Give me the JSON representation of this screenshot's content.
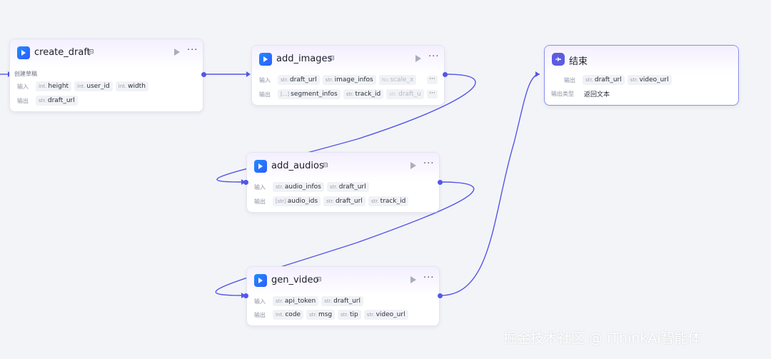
{
  "colors": {
    "edge": "#5457e8",
    "tool_icon": "#1f8cff",
    "end_icon": "#5b5ce0",
    "end_border": "#8b8ef0"
  },
  "labels": {
    "input": "输入",
    "output": "输出",
    "output_type": "输出类型",
    "more": "···",
    "cached_icon": "cache-icon",
    "run_icon": "play-icon"
  },
  "nodes": {
    "create_draft": {
      "title": "create_draft",
      "description": "创建草稿",
      "inputs": [
        {
          "type": "int.",
          "name": "height"
        },
        {
          "type": "int.",
          "name": "user_id"
        },
        {
          "type": "int.",
          "name": "width"
        }
      ],
      "outputs": [
        {
          "type": "str.",
          "name": "draft_url"
        }
      ]
    },
    "add_images": {
      "title": "add_images",
      "inputs": [
        {
          "type": "str.",
          "name": "draft_url"
        },
        {
          "type": "str.",
          "name": "image_infos"
        },
        {
          "type": "Nu",
          "name": "scale_x"
        }
      ],
      "outputs": [
        {
          "type": "[...]",
          "name": "segment_infos"
        },
        {
          "type": "str.",
          "name": "track_id"
        },
        {
          "type": "str.",
          "name": "draft_u"
        }
      ]
    },
    "add_audios": {
      "title": "add_audios",
      "inputs": [
        {
          "type": "str.",
          "name": "audio_infos"
        },
        {
          "type": "str.",
          "name": "draft_url"
        }
      ],
      "outputs": [
        {
          "type": "[str]",
          "name": "audio_ids"
        },
        {
          "type": "str.",
          "name": "draft_url"
        },
        {
          "type": "str.",
          "name": "track_id"
        }
      ]
    },
    "gen_video": {
      "title": "gen_video",
      "inputs": [
        {
          "type": "str.",
          "name": "api_token"
        },
        {
          "type": "str.",
          "name": "draft_url"
        }
      ],
      "outputs": [
        {
          "type": "int.",
          "name": "code"
        },
        {
          "type": "str.",
          "name": "msg"
        },
        {
          "type": "str.",
          "name": "tip"
        },
        {
          "type": "str.",
          "name": "video_url"
        }
      ]
    },
    "end": {
      "title": "结束",
      "outputs": [
        {
          "type": "str.",
          "name": "draft_url"
        },
        {
          "type": "str.",
          "name": "video_url"
        }
      ],
      "output_type_value": "返回文本"
    }
  },
  "watermark": "掘金技术社区 @ iThinkAi智能体"
}
